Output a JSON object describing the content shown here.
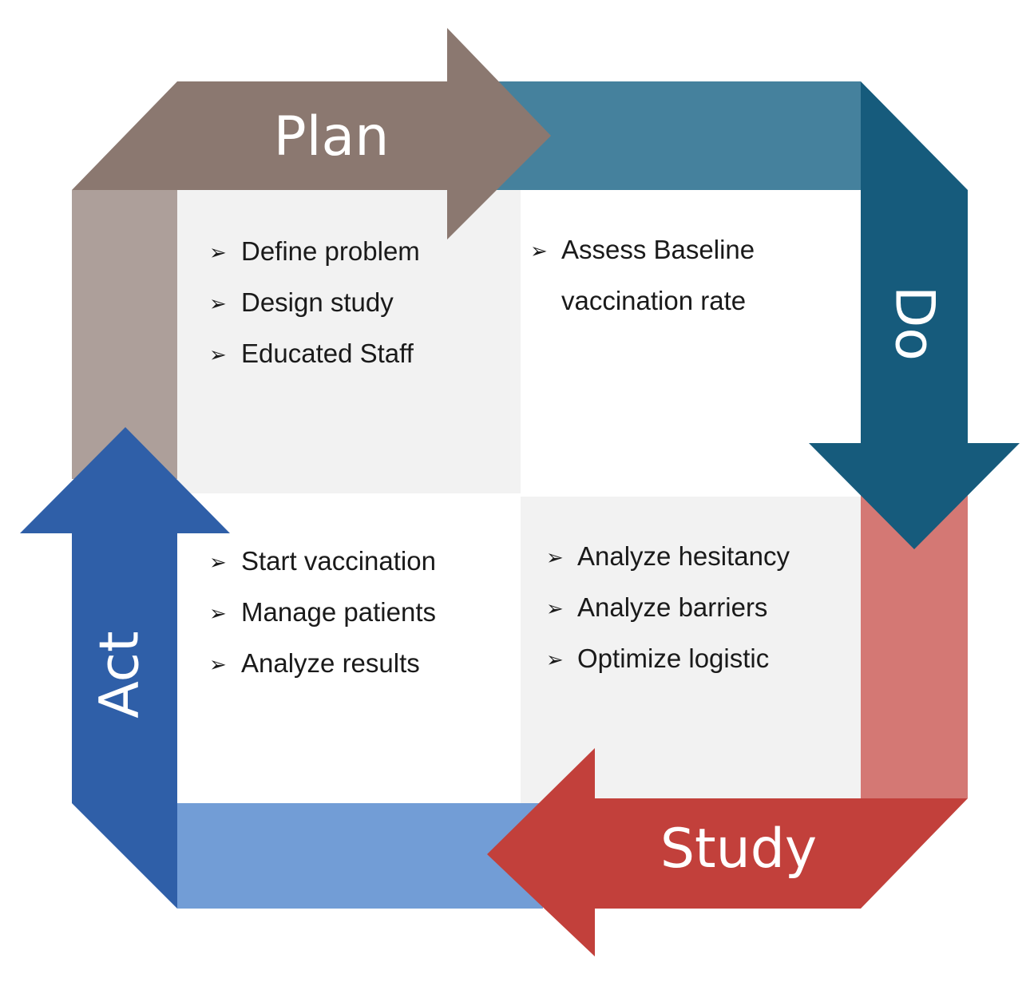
{
  "phases": {
    "plan": {
      "label": "Plan",
      "color": "#8b7870",
      "fold_color": "#ad9f9a"
    },
    "do": {
      "label": "Do",
      "color": "#165b7c",
      "fold_color": "#45819d"
    },
    "study": {
      "label": "Study",
      "color": "#c2403b",
      "fold_color": "#d47874"
    },
    "act": {
      "label": "Act",
      "color": "#2f5fa8",
      "fold_color": "#729dd6"
    }
  },
  "bullet_glyph": "➢",
  "quadrants": {
    "plan": {
      "items": [
        "Define problem",
        "Design study",
        "Educated Staff"
      ]
    },
    "do": {
      "items": [
        "Assess Baseline",
        "vaccination rate"
      ]
    },
    "act": {
      "items": [
        "Start vaccination",
        "Manage patients",
        "Analyze results"
      ]
    },
    "study": {
      "items": [
        "Analyze hesitancy",
        "Analyze barriers",
        "Optimize logistic"
      ]
    }
  },
  "colors": {
    "panel_light": "#f2f2f2",
    "panel_white": "#ffffff"
  }
}
